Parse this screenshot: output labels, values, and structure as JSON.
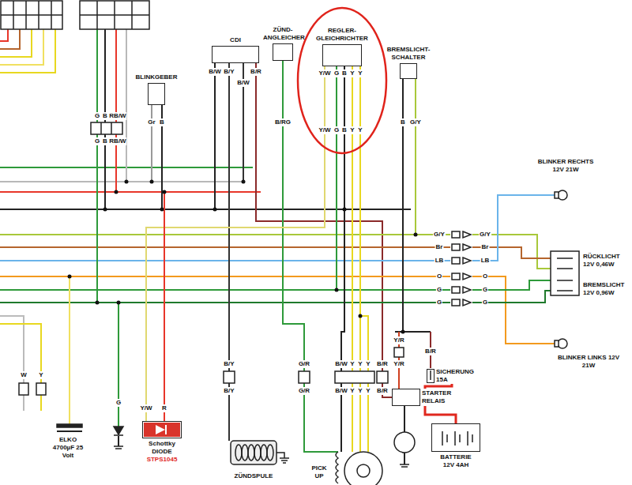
{
  "diagram": {
    "nodes": [
      {
        "text": [
          "BLINKGEBER"
        ]
      },
      {
        "text": [
          "CDI"
        ]
      },
      {
        "text": [
          "ZÜND- ANGLEICHER"
        ]
      },
      {
        "text": [
          "REGLER- GLEICHRICHTER"
        ]
      },
      {
        "text": [
          "BREMSLICHT- SCHALTER"
        ]
      },
      {
        "text": [
          "BLINKER RECHTS 12V 21W"
        ]
      },
      {
        "text": [
          "RÜCKLICHT 12V 0,46W"
        ]
      },
      {
        "text": [
          "BREMSLICHT 12V 0,96W"
        ]
      },
      {
        "text": [
          "BLINKER LINKS 12V 21W"
        ]
      },
      {
        "text": [
          "ELKO 4700µF 25 Volt"
        ]
      },
      {
        "text": [
          "Schottky DIODE",
          "STPS1045"
        ]
      },
      {
        "text": [
          "SICHERUNG 15A"
        ]
      },
      {
        "text": [
          "STARTER RELAIS"
        ]
      },
      {
        "text": [
          "BATTERIE 12V 4AH"
        ]
      }
    ],
    "edges": [
      {
        "from": 11,
        "to": 12,
        "arrow": "none"
      },
      {
        "from": 12,
        "to": 13,
        "arrow": "none"
      }
    ],
    "labels": [
      "G",
      "B",
      "RB/W",
      "G",
      "B",
      "RB/W",
      "Gr",
      "B",
      "B/W",
      "B/Y",
      "B/W",
      "B/R",
      "B/RG",
      "Y/W",
      "G",
      "B",
      "Y",
      "Y",
      "Y/W",
      "G",
      "B",
      "Y",
      "Y",
      "B",
      "G/Y",
      "G/Y",
      "G/Y",
      "Br",
      "Br",
      "LB",
      "LB",
      "O",
      "O",
      "G",
      "G",
      "G",
      "G",
      "W",
      "Y",
      "G",
      "Y/W",
      "R",
      "B/Y",
      "B/Y",
      "G/R",
      "G/R",
      "B/W",
      "Y",
      "Y",
      "Y",
      "B/W",
      "Y",
      "Y",
      "Y",
      "B/R",
      "B/R",
      "Y/R",
      "Y/R",
      "B/R",
      "ZÜNDSPULE",
      "PICK UP"
    ]
  }
}
